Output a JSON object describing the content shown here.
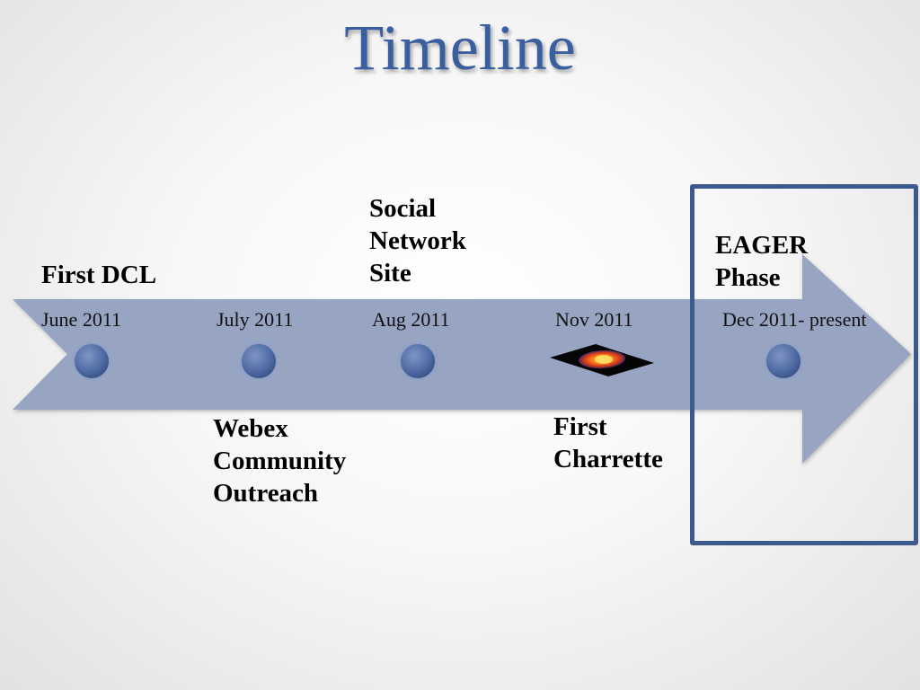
{
  "title": "Timeline",
  "colors": {
    "title": "#3a5f9e",
    "arrow": "#97a4c2",
    "node": "#4e6aa3",
    "highlight_border": "#3d5a8f"
  },
  "milestones": [
    {
      "date": "June 2011",
      "event": "First DCL",
      "event_position": "above",
      "marker": "circle"
    },
    {
      "date": "July 2011",
      "event": "Webex\nCommunity\nOutreach",
      "event_position": "below",
      "marker": "circle"
    },
    {
      "date": "Aug 2011",
      "event": "Social\nNetwork\nSite",
      "event_position": "above",
      "marker": "circle"
    },
    {
      "date": "Nov 2011",
      "event": "First\nCharrette",
      "event_position": "below",
      "marker": "image-thumbnail"
    },
    {
      "date": "Dec 2011- present",
      "event": "EAGER\nPhase",
      "event_position": "above",
      "marker": "circle",
      "highlighted": true
    }
  ]
}
